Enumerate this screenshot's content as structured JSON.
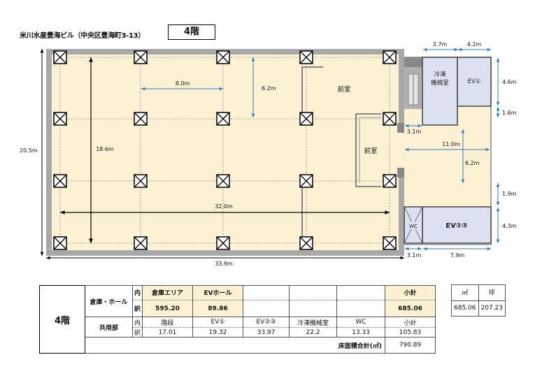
{
  "header": {
    "building_title": "米川水産豊海ビル（中央区豊海町3-13）",
    "floor_label": "4階"
  },
  "plan": {
    "dim_overall_height": "20.5m",
    "dim_overall_width": "33.9m",
    "dim_bay_x": "8.0m",
    "dim_bay_y": "6.2m",
    "dim_inner_height": "18.6m",
    "dim_inner_width": "32.0m",
    "dim_core_width": "11.0m",
    "dim_core_height": "6.2m",
    "dim_right_w1": "3.7m",
    "dim_right_w2": "4.2m",
    "dim_right_h1": "4.6m",
    "dim_right_h2": "1.6m",
    "dim_right_h3": "1.9m",
    "dim_right_h4": "4.3m",
    "dim_bottom_w1": "3.1m",
    "dim_bottom_w2": "7.9m",
    "dim_mid_w": "3.1m",
    "room_anteroom_1": "前室",
    "room_anteroom_2": "前室",
    "room_freezer": "冷凍\n機械室",
    "room_ev1": "EV①",
    "room_ev23": "EV②③",
    "room_wc": "WC"
  },
  "table": {
    "floor": "4階",
    "group_warehouse": "倉庫・ホール",
    "naiyaku": [
      "内",
      "訳"
    ],
    "warehouse_headers": [
      "倉庫エリア",
      "EVホール",
      "",
      "",
      "",
      "小計"
    ],
    "warehouse_values": [
      "595.20",
      "89.86",
      "",
      "",
      "",
      "685.06"
    ],
    "group_common": "共用部",
    "common_headers": [
      "階段",
      "EV①",
      "EV②③",
      "冷凍機械室",
      "WC",
      "小計"
    ],
    "common_values": [
      "17.01",
      "19.32",
      "33.97",
      "22.2",
      "13.33",
      "105.83"
    ],
    "total_label": "床面積合計(㎡)",
    "total_value": "790.89"
  },
  "tsubo": {
    "unit_m2": "㎡",
    "unit_tsubo": "坪",
    "value_m2": "685.06",
    "value_tsubo": "207.23"
  },
  "colors": {
    "floor_fill": "#fdf1d4",
    "wall": "#a8a8a8",
    "room_fill": "#dbe1f1",
    "dim_arrow": "#2f7fc4"
  }
}
